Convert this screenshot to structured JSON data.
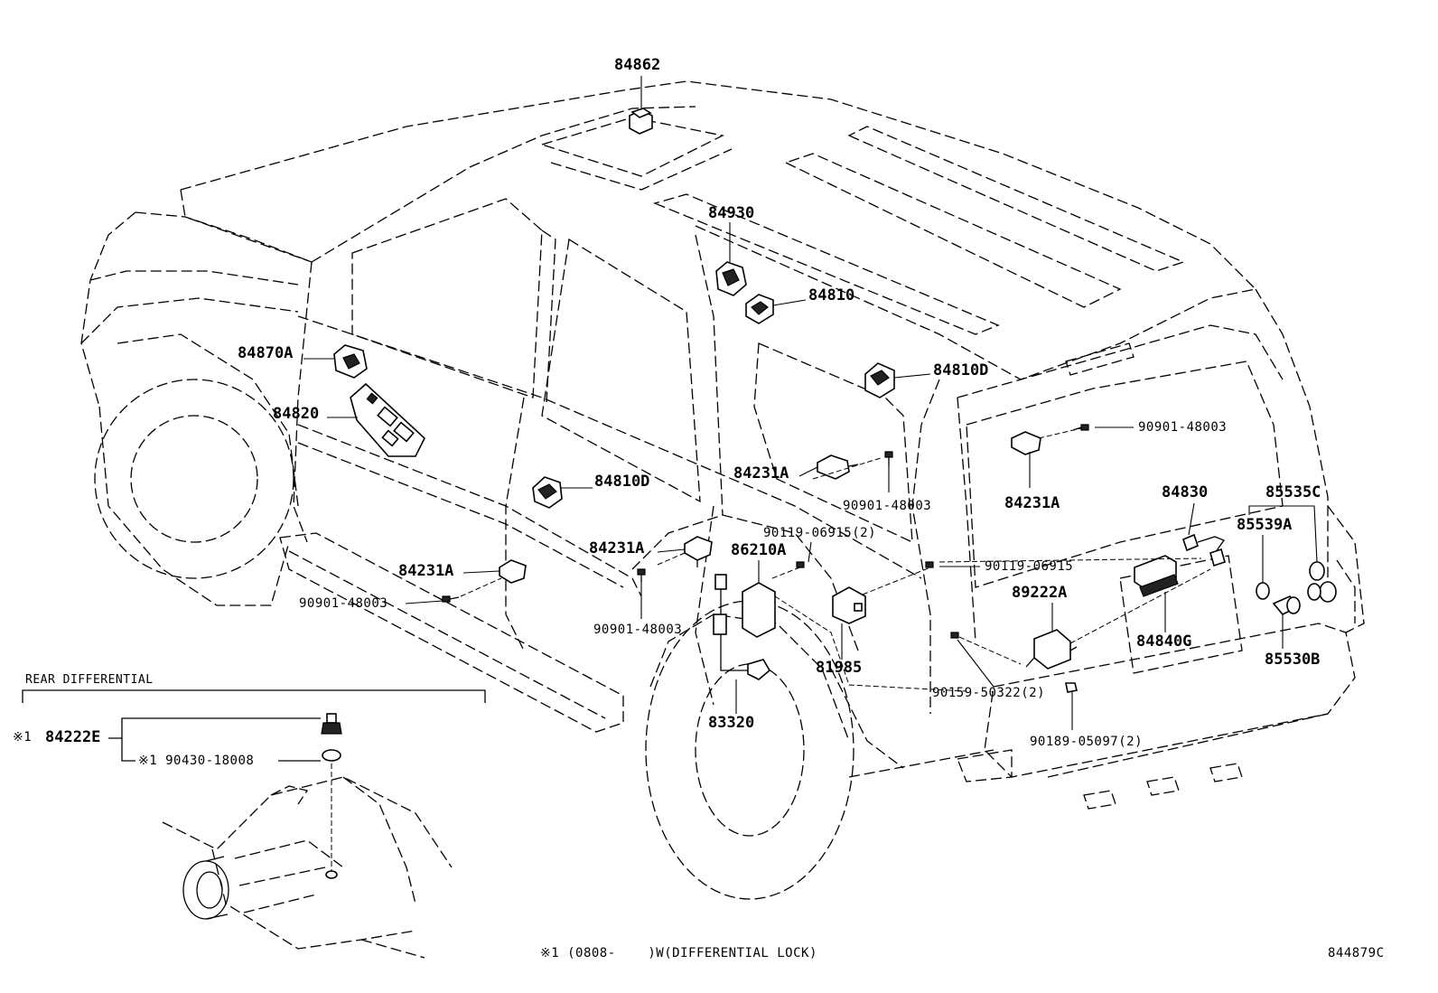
{
  "labels": {
    "l84862": "84862",
    "l84930": "84930",
    "l84810": "84810",
    "l84810D_upper": "84810D",
    "l84870A": "84870A",
    "l84820": "84820",
    "l84810D_lower": "84810D",
    "l84231A_center": "84231A",
    "l84231A_right": "84231A",
    "l84231A_mid": "84231A",
    "l84231A_left": "84231A",
    "l90901_48003_right": "90901-48003",
    "l90901_48003_center": "90901-48003",
    "l90901_48003_mid": "90901-48003",
    "l90901_48003_left": "90901-48003",
    "l90119_06915_2": "90119-06915(2)",
    "l90119_06915": "90119-06915",
    "l86210A": "86210A",
    "l84830": "84830",
    "l85535C": "85535C",
    "l85539A": "85539A",
    "l89222A": "89222A",
    "l84840G": "84840G",
    "l85530B": "85530B",
    "l81985": "81985",
    "l90159_50322_2": "90159-50322(2)",
    "l83320": "83320",
    "l90189_05097_2": "90189-05097(2)",
    "rear_diff_title": "REAR DIFFERENTIAL",
    "l84222E_mark": "※1",
    "l84222E": "84222E",
    "l90430_18008": "※1 90430-18008",
    "footnote": "※1 (0808-    )W(DIFFERENTIAL LOCK)",
    "drawing_code": "844879C"
  }
}
